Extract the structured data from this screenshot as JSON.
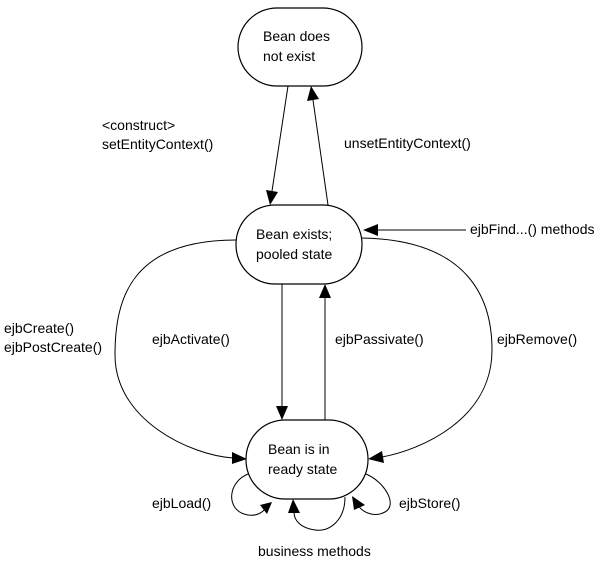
{
  "states": {
    "not_exist": {
      "line1": "Bean does",
      "line2": "not exist"
    },
    "pooled": {
      "line1": "Bean exists;",
      "line2": "pooled state"
    },
    "ready": {
      "line1": "Bean is in",
      "line2": "ready state"
    }
  },
  "transitions": {
    "construct": "<construct>",
    "set_context": "setEntityContext()",
    "unset_context": "unsetEntityContext()",
    "find": "ejbFind...() methods",
    "create": "ejbCreate()",
    "post_create": "ejbPostCreate()",
    "activate": "ejbActivate()",
    "passivate": "ejbPassivate()",
    "remove": "ejbRemove()",
    "load": "ejbLoad()",
    "store": "ejbStore()",
    "business": "business methods"
  }
}
